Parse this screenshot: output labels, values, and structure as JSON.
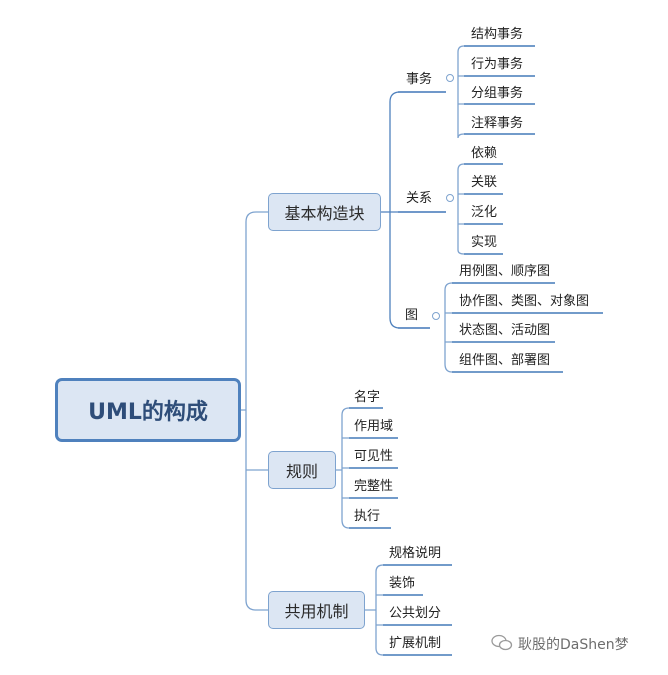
{
  "root": "UML的构成",
  "branches": [
    {
      "label": "基本构造块",
      "groups": [
        {
          "label": "事务",
          "items": [
            "结构事务",
            "行为事务",
            "分组事务",
            "注释事务"
          ]
        },
        {
          "label": "关系",
          "items": [
            "依赖",
            "关联",
            "泛化",
            "实现"
          ]
        },
        {
          "label": "图",
          "items": [
            "用例图、顺序图",
            "协作图、类图、对象图",
            "状态图、活动图",
            "组件图、部署图"
          ]
        }
      ]
    },
    {
      "label": "规则",
      "items": [
        "名字",
        "作用域",
        "可见性",
        "完整性",
        "执行"
      ]
    },
    {
      "label": "共用机制",
      "items": [
        "规格说明",
        "装饰",
        "公共划分",
        "扩展机制"
      ]
    }
  ],
  "watermark": "耿股的DaShen梦",
  "colors": {
    "line": "#7ea3cf",
    "underline": "#4f81bd",
    "node_fill": "#dce6f3",
    "root_border": "#4f81bd"
  }
}
